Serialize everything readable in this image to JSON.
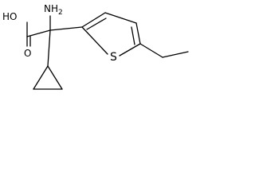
{
  "molecule": {
    "labels": {
      "hydroxyl": "HO",
      "carbonyl_oxygen": "O",
      "amine_main": "NH",
      "amine_subscript": "2",
      "sulfur": "S"
    }
  }
}
